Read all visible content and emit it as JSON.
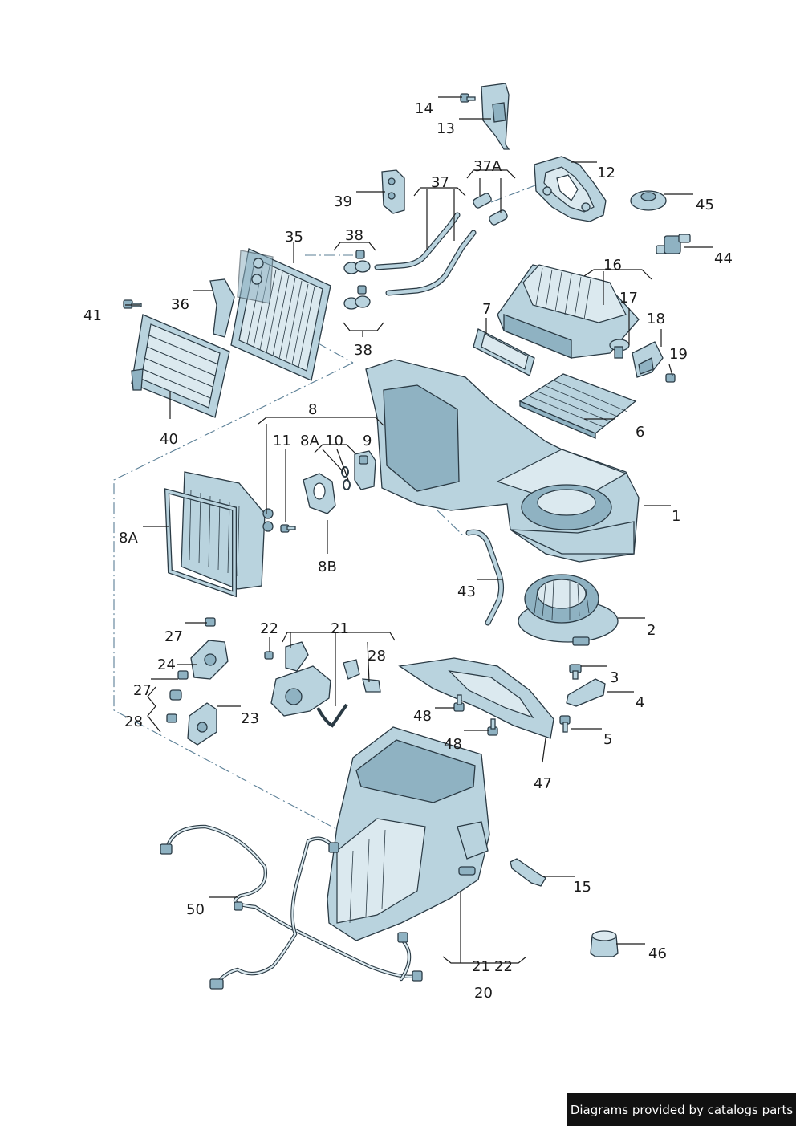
{
  "callouts": [
    "1",
    "2",
    "3",
    "4",
    "5",
    "6",
    "7",
    "8",
    "8A",
    "8B",
    "9",
    "10",
    "11",
    "12",
    "13",
    "14",
    "15",
    "16",
    "17",
    "18",
    "19",
    "20",
    "21",
    "22",
    "23",
    "24",
    "27",
    "28",
    "35",
    "36",
    "37",
    "37A",
    "38",
    "39",
    "40",
    "41",
    "43",
    "44",
    "45",
    "46",
    "47",
    "48",
    "50"
  ],
  "labels": {
    "l14": "14",
    "l13": "13",
    "l37a": "37A",
    "l12": "12",
    "l37": "37",
    "l39": "39",
    "l45": "45",
    "l35": "35",
    "l38a": "38",
    "l44": "44",
    "l16": "16",
    "l41": "41",
    "l36": "36",
    "l7": "7",
    "l17": "17",
    "l18": "18",
    "l38b": "38",
    "l19": "19",
    "l40": "40",
    "l8": "8",
    "l6": "6",
    "l11": "11",
    "l8a": "8A",
    "l10": "10",
    "l9": "9",
    "l1": "1",
    "l8a2": "8A",
    "l8b": "8B",
    "l43": "43",
    "l2": "2",
    "l27a": "27",
    "l22a": "22",
    "l21a": "21",
    "l28a": "28",
    "l3": "3",
    "l24": "24",
    "l27b": "27",
    "l4": "4",
    "l23": "23",
    "l28b": "28",
    "l48a": "48",
    "l5": "5",
    "l48b": "48",
    "l47": "47",
    "l15": "15",
    "l50": "50",
    "l46": "46",
    "l21b": "21",
    "l22b": "22",
    "l20": "20"
  },
  "icons": [
    "air-intake-housing",
    "blower-motor",
    "screw",
    "resistor",
    "cabin-filter",
    "seal",
    "expansion-valve",
    "heater-core",
    "evaporator",
    "clamp",
    "hose",
    "actuator",
    "wiring-harness",
    "temperature-sensor",
    "cap",
    "air-distribution-housing"
  ],
  "credit": "Diagrams provided by catalogs parts"
}
